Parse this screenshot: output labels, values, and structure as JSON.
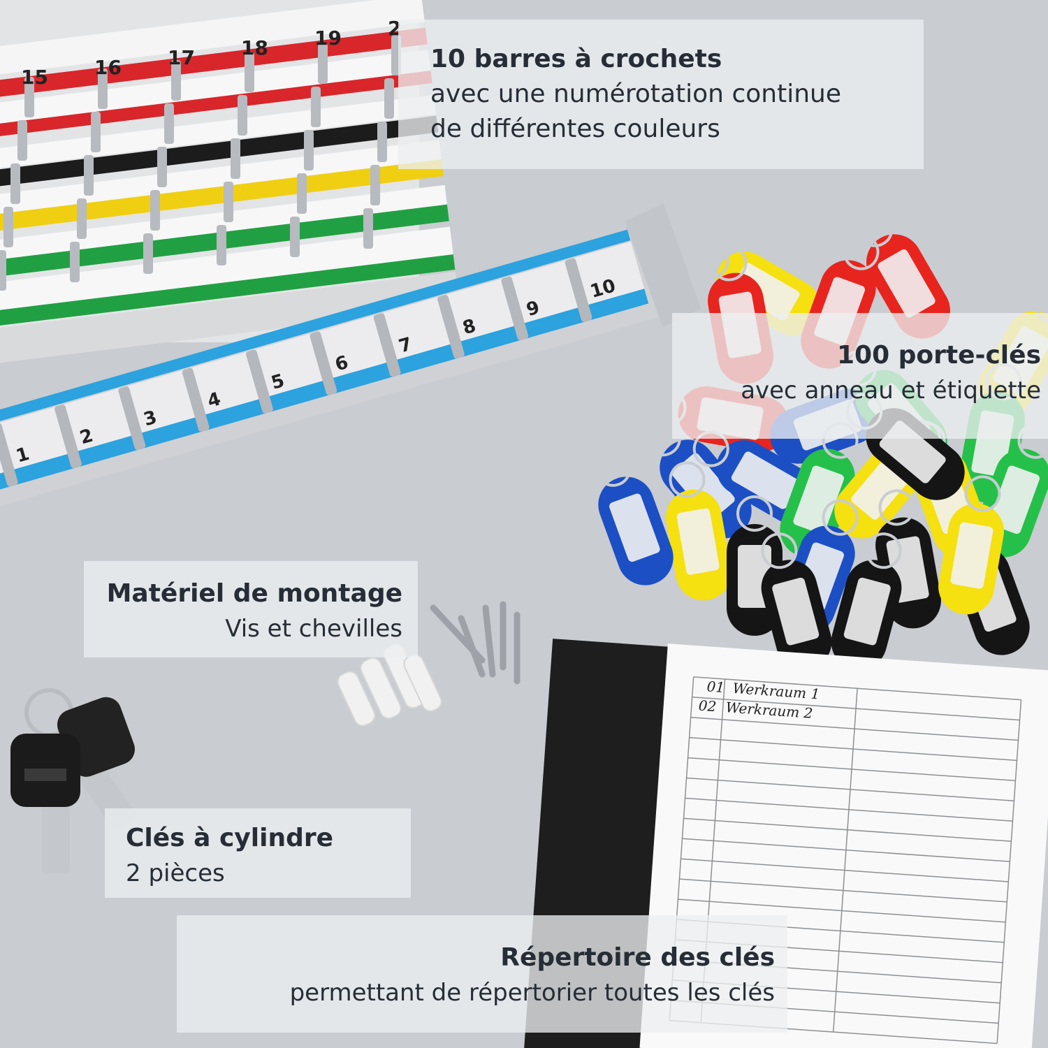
{
  "colors": {
    "background": "#c9ccd0",
    "bar_stripes": [
      "#d8262b",
      "#1c1c1c",
      "#f0cf12",
      "#21a043",
      "#2ca2de"
    ],
    "tag_colors": [
      "#e8241f",
      "#f5e010",
      "#1c4fc4",
      "#25c04a",
      "#151515"
    ]
  },
  "hook_bars": {
    "blue_bar_numbers": [
      "1",
      "2",
      "3",
      "4",
      "5",
      "6",
      "7",
      "8",
      "9",
      "10"
    ],
    "top_bar_numbers": [
      "15",
      "16",
      "17",
      "18",
      "19",
      "2"
    ]
  },
  "labels": {
    "hook_bars": {
      "title": "10 barres à crochets",
      "line1": "avec une numérotation continue",
      "line2": "de différentes couleurs"
    },
    "key_tags": {
      "title": "100 porte-clés",
      "line1": "avec anneau et étiquette"
    },
    "mounting": {
      "title": "Matériel de montage",
      "line1": "Vis et chevilles"
    },
    "cylinder_keys": {
      "title": "Clés à cylindre",
      "line1": "2 pièces"
    },
    "key_directory": {
      "title": "Répertoire des clés",
      "line1": "permettant de répertorier toutes les clés"
    }
  },
  "directory_sheet": {
    "entries": [
      {
        "no": "01",
        "name": "Werkraum 1"
      },
      {
        "no": "02",
        "name": "Werkraum 2"
      }
    ]
  }
}
